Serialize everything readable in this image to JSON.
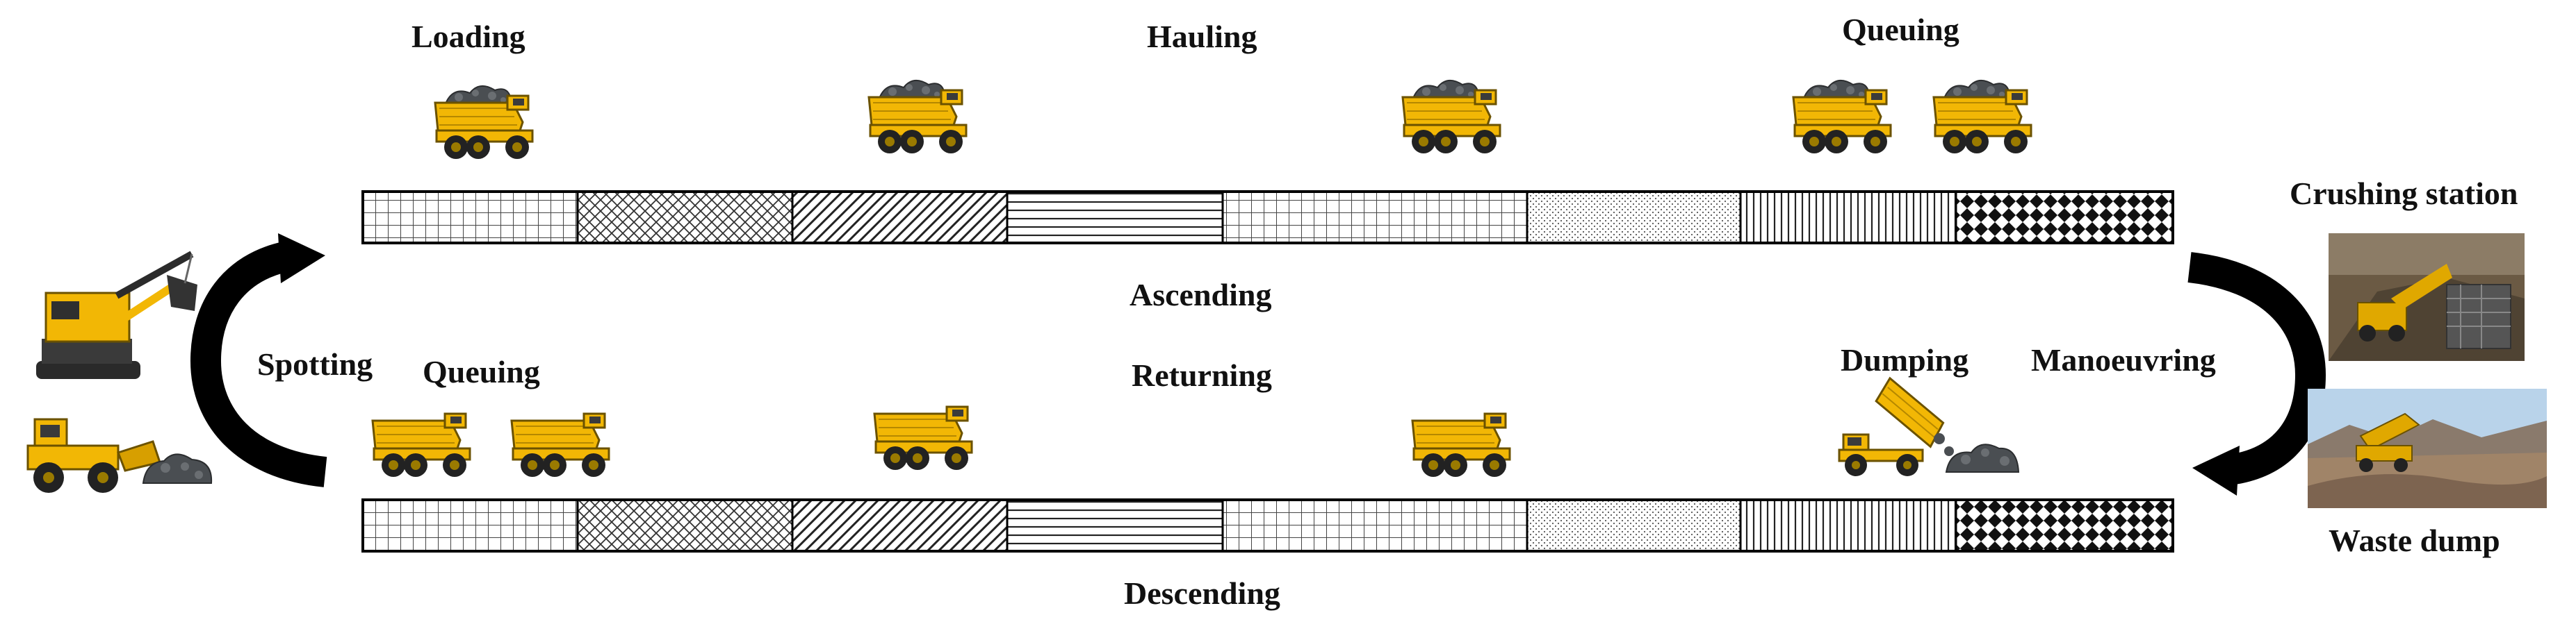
{
  "labels": {
    "loading": "Loading",
    "hauling": "Hauling",
    "queuing_top": "Queuing",
    "ascending": "Ascending",
    "spotting": "Spotting",
    "queuing_bottom": "Queuing",
    "returning": "Returning",
    "dumping": "Dumping",
    "manoeuvring": "Manoeuvring",
    "descending": "Descending",
    "crushing_station": "Crushing station",
    "waste_dump": "Waste dump"
  },
  "road_segments": [
    "grid",
    "diamond",
    "diagonal",
    "horizontal",
    "grid",
    "dots",
    "vertical",
    "checker"
  ],
  "colors": {
    "truck_body": "#f2b705",
    "truck_dark": "#2a2a2a",
    "ore": "#4a4e52",
    "arrow": "#000000",
    "outline": "#000000"
  },
  "icons": {
    "loaded_truck": "loaded-haul-truck-icon",
    "empty_truck": "empty-haul-truck-icon",
    "dumping_truck": "dumping-truck-icon",
    "shovel": "electric-rope-shovel-icon",
    "loader": "wheel-loader-icon",
    "crushing_station": "crushing-station-photo",
    "waste_dump": "waste-dump-photo"
  }
}
